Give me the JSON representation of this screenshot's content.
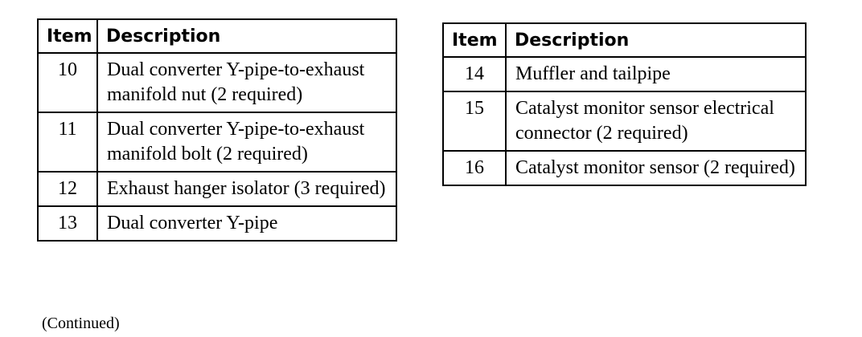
{
  "left_table": {
    "headers": {
      "item": "Item",
      "description": "Description"
    },
    "rows": [
      {
        "item": "10",
        "description": "Dual converter Y-pipe-to-exhaust manifold nut (2 required)"
      },
      {
        "item": "11",
        "description": "Dual converter Y-pipe-to-exhaust manifold bolt (2 required)"
      },
      {
        "item": "12",
        "description": "Exhaust hanger isolator (3 required)"
      },
      {
        "item": "13",
        "description": "Dual converter Y-pipe"
      }
    ],
    "footer_note": "(Continued)"
  },
  "right_table": {
    "headers": {
      "item": "Item",
      "description": "Description"
    },
    "rows": [
      {
        "item": "14",
        "description": "Muffler and tailpipe"
      },
      {
        "item": "15",
        "description": "Catalyst monitor sensor electrical connector (2 required)"
      },
      {
        "item": "16",
        "description": "Catalyst monitor sensor (2 required)"
      }
    ]
  }
}
